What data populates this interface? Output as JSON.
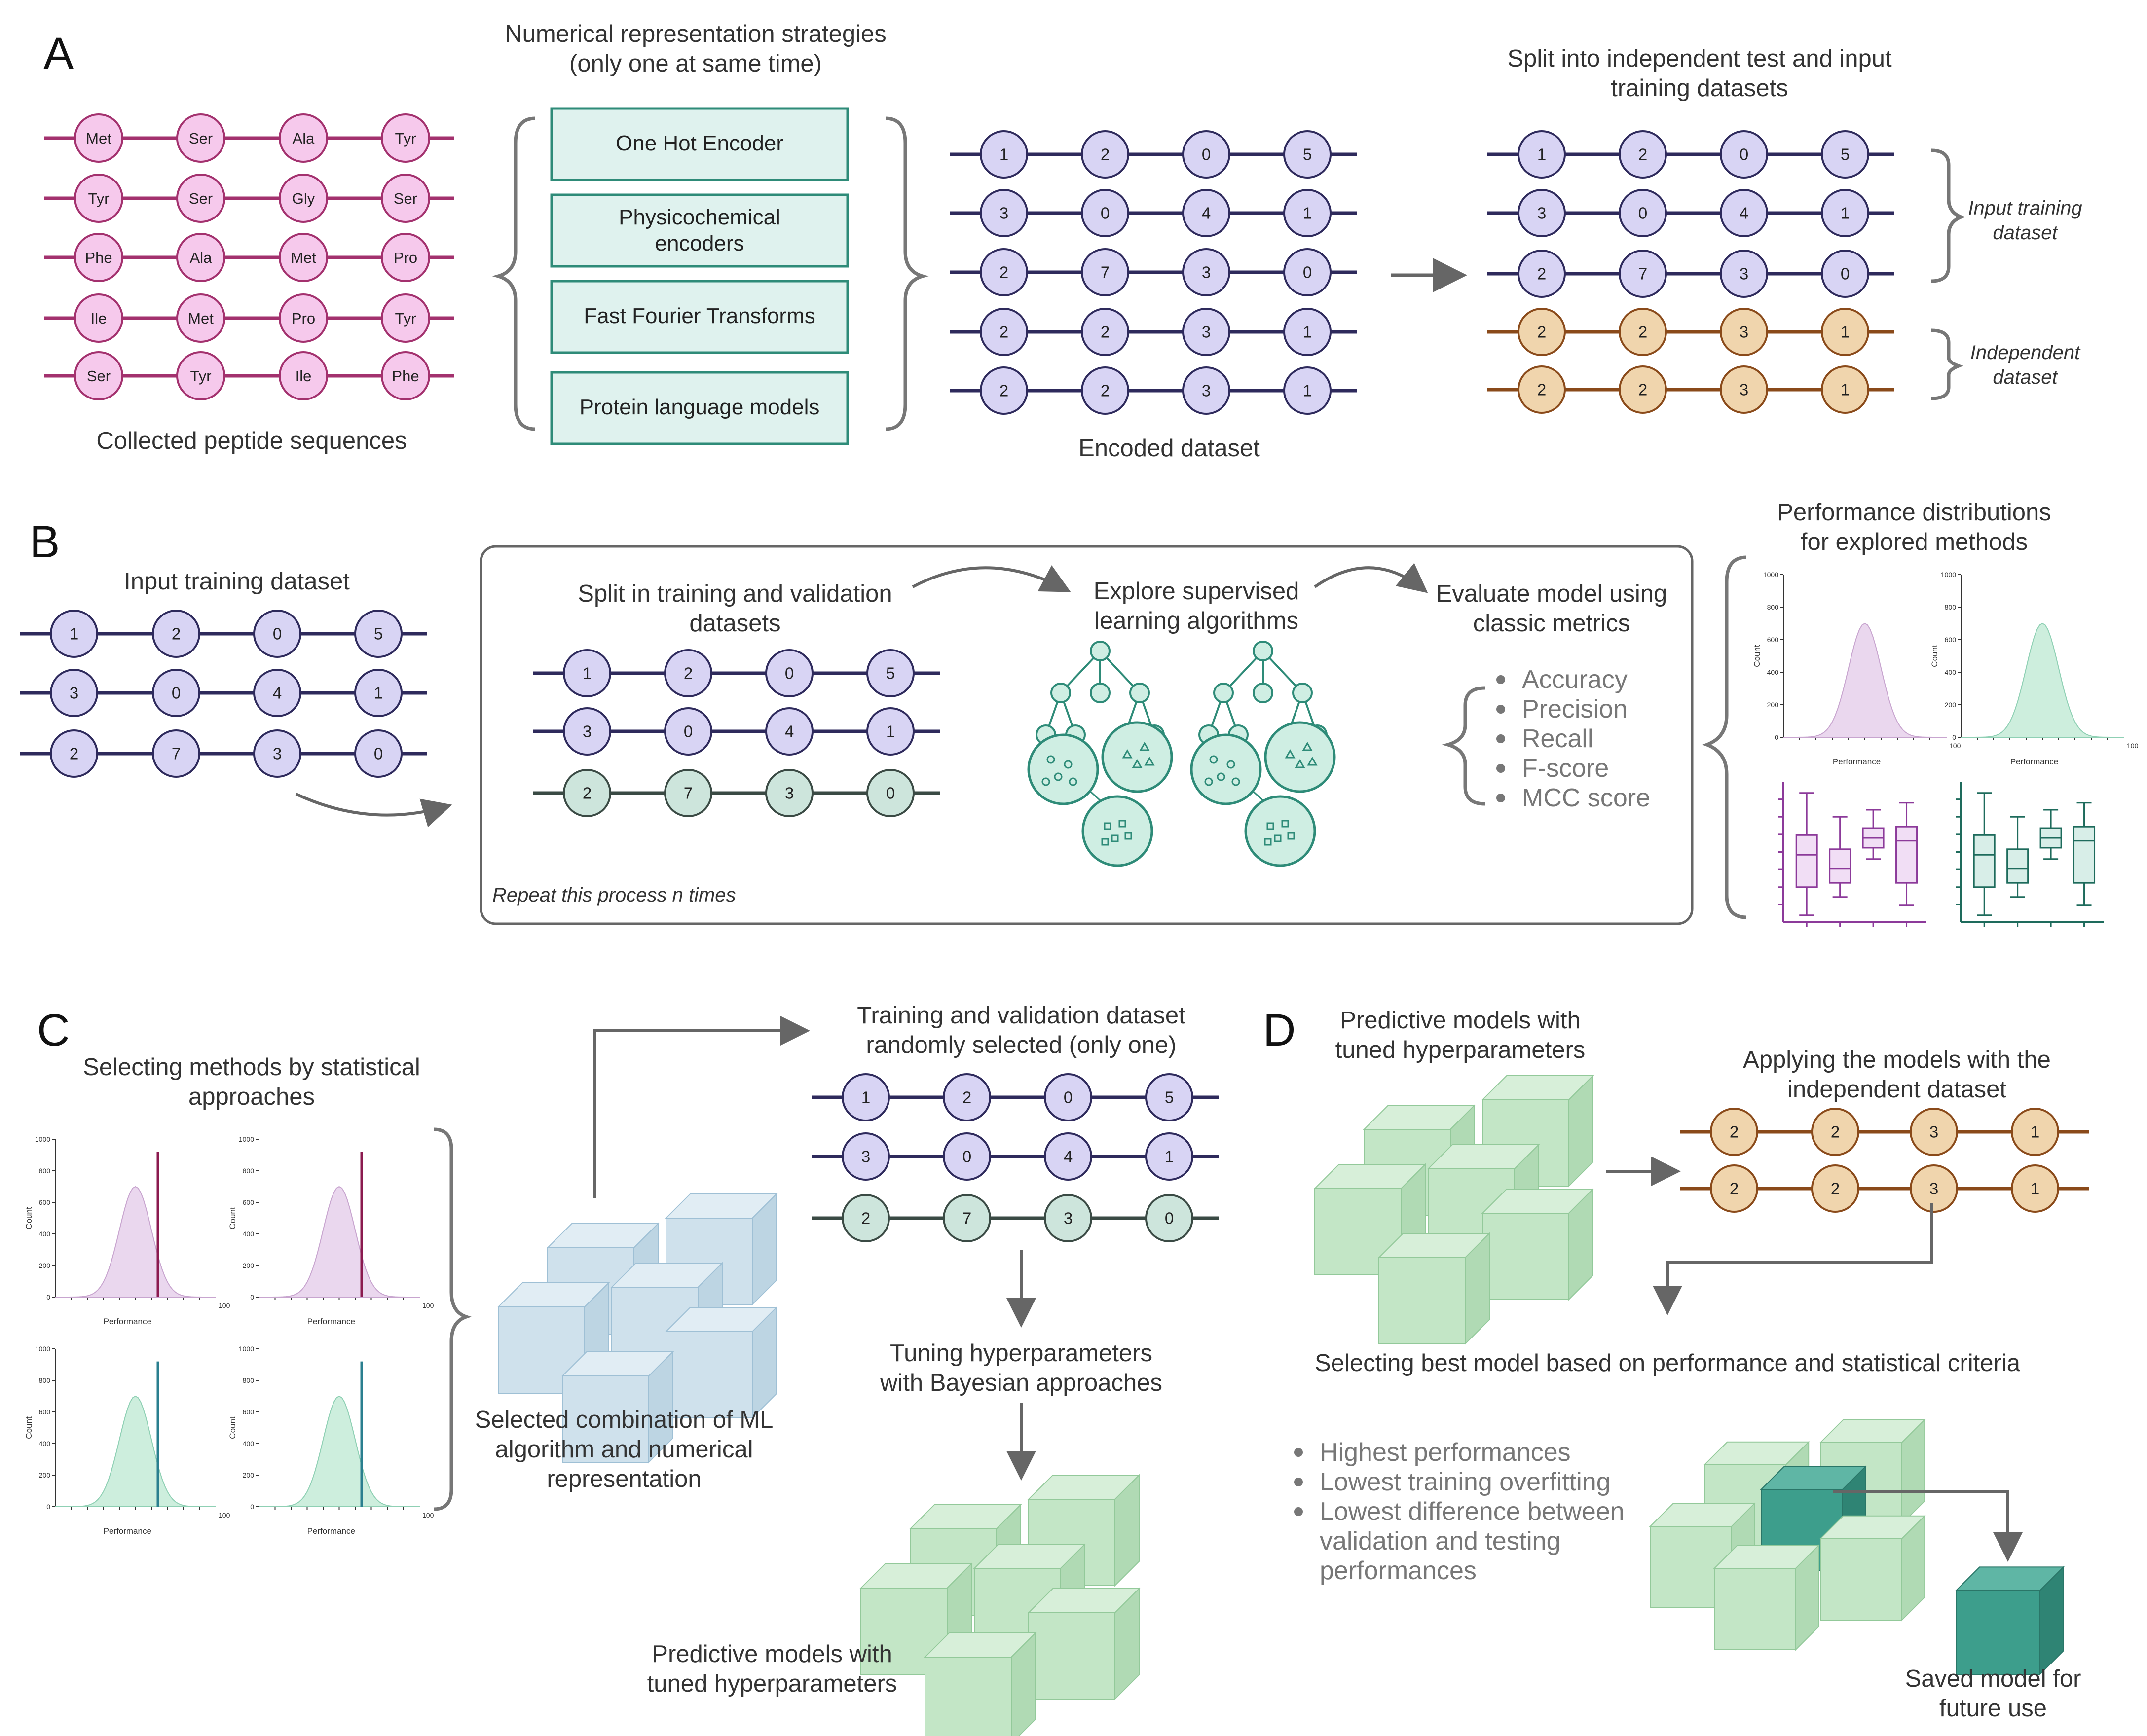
{
  "panels": {
    "A": {
      "label": "A",
      "strategies_title_1": "Numerical representation strategies",
      "strategies_title_2": "(only one at same time)",
      "encoders": [
        "One Hot Encoder",
        "Physicochemical",
        "encoders",
        "Fast Fourier Transforms",
        "Protein language models"
      ],
      "collected_caption": "Collected peptide sequences",
      "encoded_caption": "Encoded dataset",
      "split_title_1": "Split into independent test and input",
      "split_title_2": "training datasets",
      "input_training_label_1": "Input training",
      "input_training_label_2": "dataset",
      "independent_label_1": "Independent",
      "independent_label_2": "dataset"
    },
    "B": {
      "label": "B",
      "input_title": "Input training dataset",
      "split_title_1": "Split in training and validation",
      "split_title_2": "datasets",
      "explore_title_1": "Explore supervised",
      "explore_title_2": "learning algorithms",
      "evaluate_title_1": "Evaluate model using",
      "evaluate_title_2": "classic metrics",
      "metrics": [
        "Accuracy",
        "Precision",
        "Recall",
        "F-score",
        "MCC score"
      ],
      "repeat_note": "Repeat this process n times",
      "perf_title_1": "Performance distributions",
      "perf_title_2": "for explored methods"
    },
    "C": {
      "label": "C",
      "select_title_1": "Selecting methods by statistical",
      "select_title_2": "approaches",
      "combo_caption_1": "Selected combination of ML",
      "combo_caption_2": "algorithm and numerical",
      "combo_caption_3": "representation",
      "trainval_title_1": "Training and validation dataset",
      "trainval_title_2": "randomly selected (only one)",
      "tuning_title_1": "Tuning hyperparameters",
      "tuning_title_2": "with Bayesian approaches",
      "predictive_caption_1": "Predictive models with",
      "predictive_caption_2": "tuned hyperparameters"
    },
    "D": {
      "label": "D",
      "predictive_title_1": "Predictive models with",
      "predictive_title_2": "tuned hyperparameters",
      "applying_title_1": "Applying the models with the",
      "applying_title_2": "independent dataset",
      "selecting_title": "Selecting best model based on performance and statistical criteria",
      "criteria": [
        "Highest performances",
        "Lowest training overfitting",
        "Lowest difference between",
        "validation and testing",
        "performances"
      ],
      "saved_caption_1": "Saved model for",
      "saved_caption_2": "future use"
    }
  },
  "amino_rows": [
    [
      "Met",
      "Ser",
      "Ala",
      "Tyr"
    ],
    [
      "Tyr",
      "Ser",
      "Gly",
      "Ser"
    ],
    [
      "Phe",
      "Ala",
      "Met",
      "Pro"
    ],
    [
      "Ile",
      "Met",
      "Pro",
      "Tyr"
    ],
    [
      "Ser",
      "Tyr",
      "Ile",
      "Phe"
    ]
  ],
  "encoded_rows": [
    [
      "1",
      "2",
      "0",
      "5"
    ],
    [
      "3",
      "0",
      "4",
      "1"
    ],
    [
      "2",
      "7",
      "3",
      "0"
    ],
    [
      "2",
      "2",
      "3",
      "1"
    ],
    [
      "2",
      "2",
      "3",
      "1"
    ]
  ],
  "mini_chart": {
    "ylabel": "Count",
    "xlabel": "Performance",
    "y_ticks": [
      "1000",
      "800",
      "600",
      "400",
      "200",
      "0"
    ],
    "x_max_label": "100"
  },
  "colors": {
    "peptide": "#a3316e",
    "encoded": "#2e2a5c",
    "independent": "#8a4a1a",
    "validation": "#3a4a44",
    "teal": "#2e8b78",
    "lightgreen": "#b7e2bf",
    "lightblue": "#c8dfea"
  }
}
